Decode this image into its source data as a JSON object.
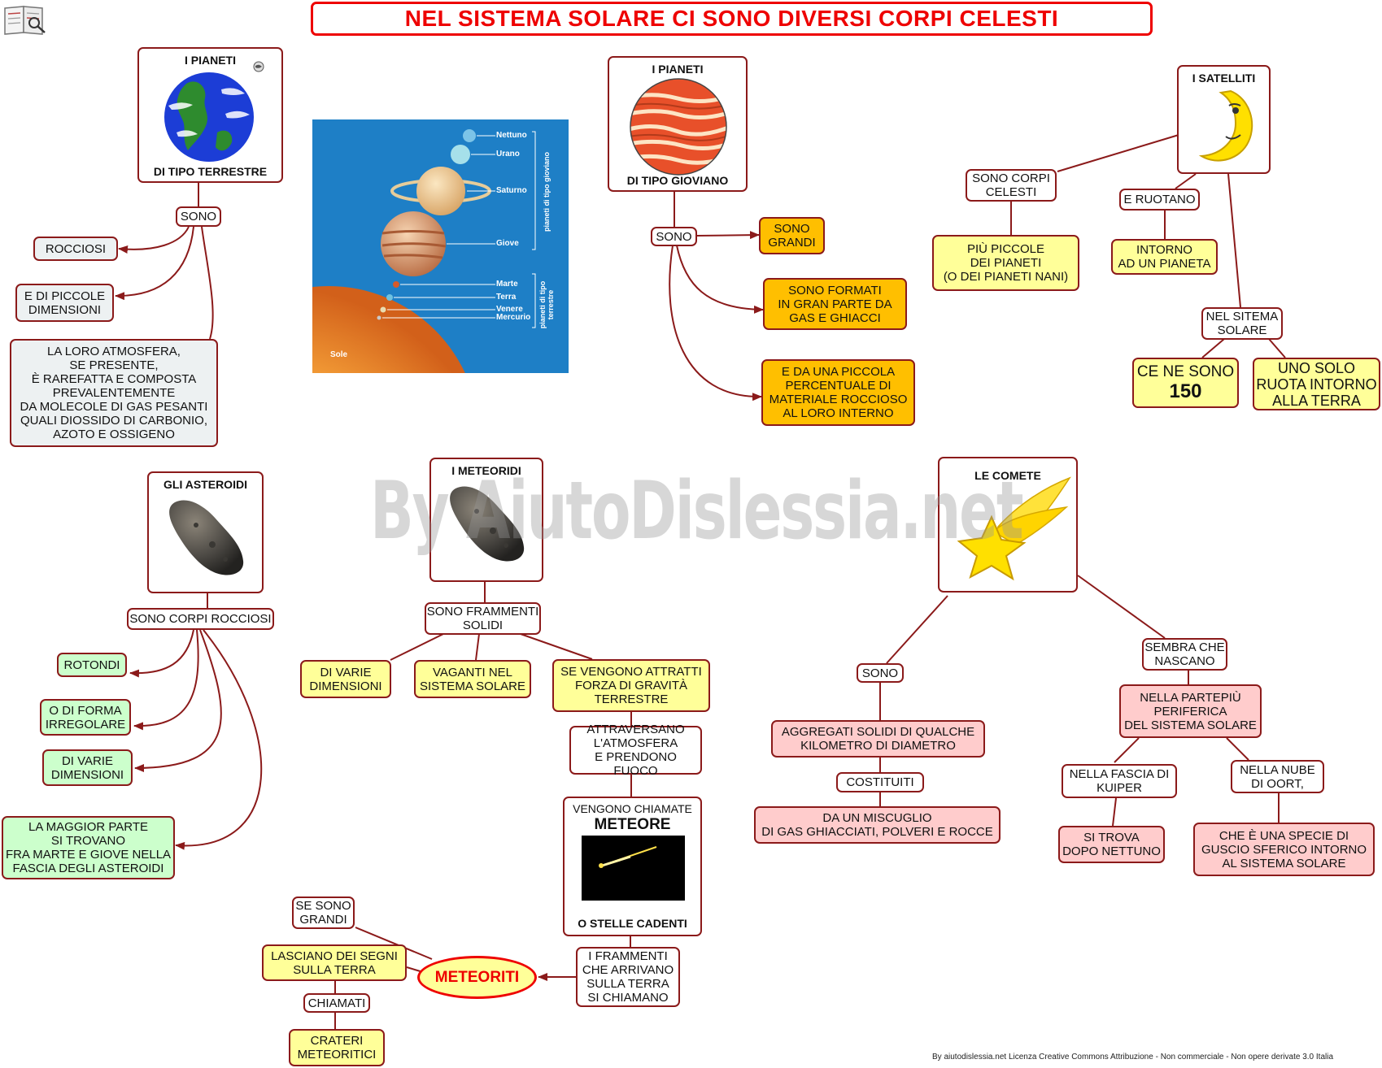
{
  "title": "NEL SISTEMA SOLARE CI SONO DIVERSI CORPI CELESTI",
  "watermark": "By AiutoDislessia.net",
  "license": "By aiutodislessia.net Licenza Creative Commons Attribuzione - Non commerciale - Non opere derivate 3.0 Italia",
  "colors": {
    "border": "#8b1a1a",
    "title": "#e00000",
    "arrow": "#8b1a1a",
    "grey": "#edf1f2",
    "yellow": "#ffff99",
    "orange": "#ffbf00",
    "green": "#ccffcc",
    "pink": "#ffcccc"
  },
  "cards": {
    "terrestre": {
      "top": "I PIANETI",
      "bottom": "DI TIPO TERRESTRE",
      "icon": "earth-icon"
    },
    "gioviano": {
      "top": "I PIANETI",
      "bottom": "DI TIPO GIOVIANO",
      "icon": "jupiter-icon"
    },
    "satelliti": {
      "top": "I SATELLITI",
      "icon": "moon-icon"
    },
    "asteroidi": {
      "top": "GLI ASTEROIDI",
      "icon": "asteroid-icon"
    },
    "meteoridi": {
      "top": "I METEORIDI",
      "icon": "meteoroid-icon"
    },
    "comete": {
      "top": "LE COMETE",
      "icon": "comet-icon"
    },
    "meteore": {
      "top": "VENGONO CHIAMATE",
      "title": "METEORE",
      "bottom": "O STELLE CADENTI",
      "icon": "meteor-icon"
    }
  },
  "solar_image": {
    "labels": {
      "nettuno": "Nettuno",
      "urano": "Urano",
      "saturno": "Saturno",
      "giove": "Giove",
      "marte": "Marte",
      "terra": "Terra",
      "venere": "Venere",
      "mercurio": "Mercurio",
      "sole": "Sole"
    },
    "group_giovian": "pianeti di tipo gioviano",
    "group_terrestrial": "pianeti di tipo terrestre"
  },
  "terrestre": {
    "sono": "SONO",
    "rocciosi": "ROCCIOSI",
    "piccole": "E DI PICCOLE\nDIMENSIONI",
    "atmosfera": "LA LORO ATMOSFERA,\nSE PRESENTE,\nÈ RAREFATTA E COMPOSTA\nPREVALENTEMENTE\nDA MOLECOLE DI GAS PESANTI\nQUALI DIOSSIDO DI CARBONIO,\nAZOTO E OSSIGENO"
  },
  "gioviano": {
    "sono": "SONO",
    "grandi": "SONO\nGRANDI",
    "formati": "SONO  FORMATI\nIN  GRAN  PARTE  DA\nGAS E GHIACCI",
    "rocce": "E DA UNA PICCOLA\nPERCENTUALE DI\nMATERIALE ROCCIOSO\nAL LORO INTERNO"
  },
  "satelliti": {
    "corpi": "SONO CORPI\nCELESTI",
    "piccole": "PIÙ PICCOLE\nDEI PIANETI\n(O DEI PIANETI NANI)",
    "ruotano": "E RUOTANO",
    "intorno": "INTORNO\nAD UN PIANETA",
    "sistema": "NEL SITEMA\nSOLARE",
    "ce_ne_sono": "CE NE SONO",
    "count": "150",
    "uno_solo": "UNO SOLO\nRUOTA INTORNO\nALLA TERRA"
  },
  "asteroidi": {
    "corpi": "SONO CORPI ROCCIOSI",
    "rotondi": "ROTONDI",
    "forma": "O DI FORMA\nIRREGOLARE",
    "dimensioni": "DI VARIE\nDIMENSIONI",
    "fascia": "LA MAGGIOR PARTE\nSI TROVANO\nFRA MARTE E GIOVE NELLA\nFASCIA DEGLI ASTEROIDI"
  },
  "meteoridi": {
    "frammenti": "SONO FRAMMENTI\nSOLIDI",
    "dimensioni": "DI VARIE\nDIMENSIONI",
    "vaganti": "VAGANTI NEL\nSISTEMA SOLARE",
    "gravita": "SE VENGONO ATTRATTI\nFORZA  DI  GRAVITÀ\nTERRESTRE",
    "atmosfera": "ATTRAVERSANO\nL'ATMOSFERA\nE PRENDONO FUOCO",
    "arrivano": "I FRAMMENTI\nCHE ARRIVANO\nSULLA TERRA\nSI CHIAMANO",
    "meteoriti": "METEORITI",
    "grandi": "SE SONO\nGRANDI",
    "segni": "LASCIANO DEI SEGNI\nSULLA TERRA",
    "chiamati": "CHIAMATI",
    "crateri": "CRATERI\nMETEORITICI"
  },
  "comete": {
    "sono": "SONO",
    "aggregati": "AGGREGATI SOLIDI DI QUALCHE\nKILOMETRO DI DIAMETRO",
    "costituiti": "COSTITUITI",
    "miscuglio": "DA UN MISCUGLIO\nDI GAS GHIACCIATI, POLVERI E ROCCE",
    "nascano": "SEMBRA CHE\nNASCANO",
    "periferica": "NELLA PARTEPIÙ\nPERIFERICA\nDEL SISTEMA SOLARE",
    "kuiper": "NELLA FASCIA DI\nKUIPER",
    "nettuno": "SI TROVA\nDOPO NETTUNO",
    "oort": "NELLA NUBE\nDI OORT,",
    "guscio": "CHE È UNA SPECIE DI\nGUSCIO SFERICO INTORNO\nAL SISTEMA SOLARE"
  }
}
